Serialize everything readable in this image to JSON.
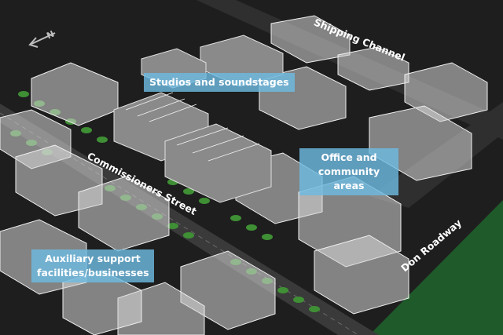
{
  "labels": {
    "studios": "Studios and soundstages",
    "office": "Office and community areas",
    "auxiliary": "Auxiliary support facilities/businesses"
  },
  "streets": {
    "shipping_channel": "Shipping Channel",
    "commissioners": "Commissioners Street",
    "don_roadway": "Don Roadway"
  },
  "north_arrow": "N",
  "colors": {
    "callout": "#6eb9e1",
    "ground": "#1e1e1e",
    "green_space": "#1f5a2a",
    "trees": "#3f8f35",
    "building": "#c8c8c8"
  }
}
